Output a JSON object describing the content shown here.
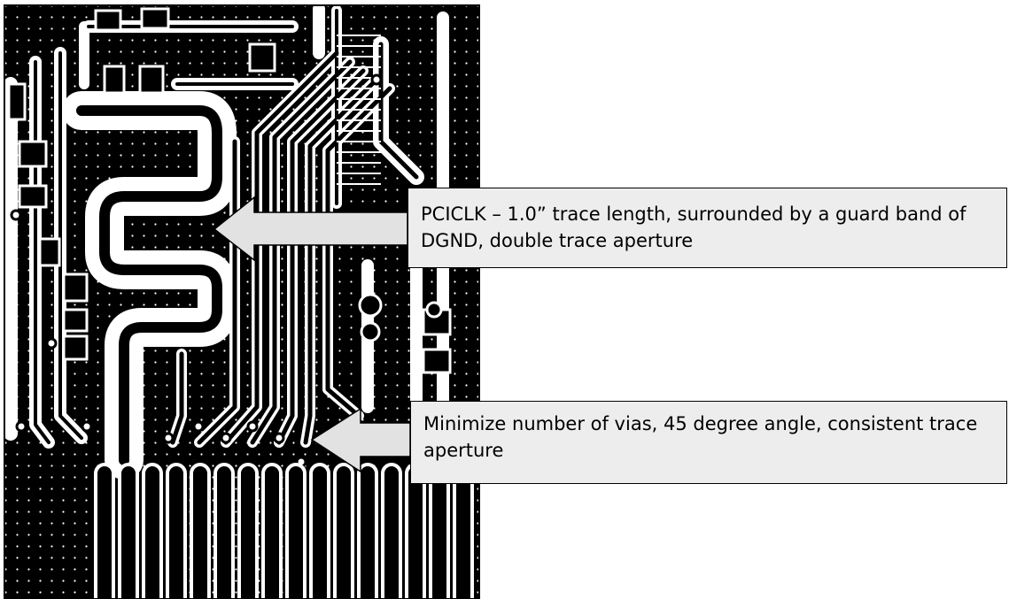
{
  "callouts": [
    {
      "id": "pciclk",
      "text": "PCICLK – 1.0” trace length, surrounded by a guard band of DGND, double trace aperture"
    },
    {
      "id": "vias",
      "text": "Minimize number of vias, 45 degree angle, consistent trace aperture"
    }
  ],
  "colors": {
    "copper": "#000000",
    "board": "#ffffff",
    "dot": "#ffffff",
    "callout_fill": "#ededed",
    "arrow_fill": "#e2e2e2",
    "outline": "#000000"
  }
}
